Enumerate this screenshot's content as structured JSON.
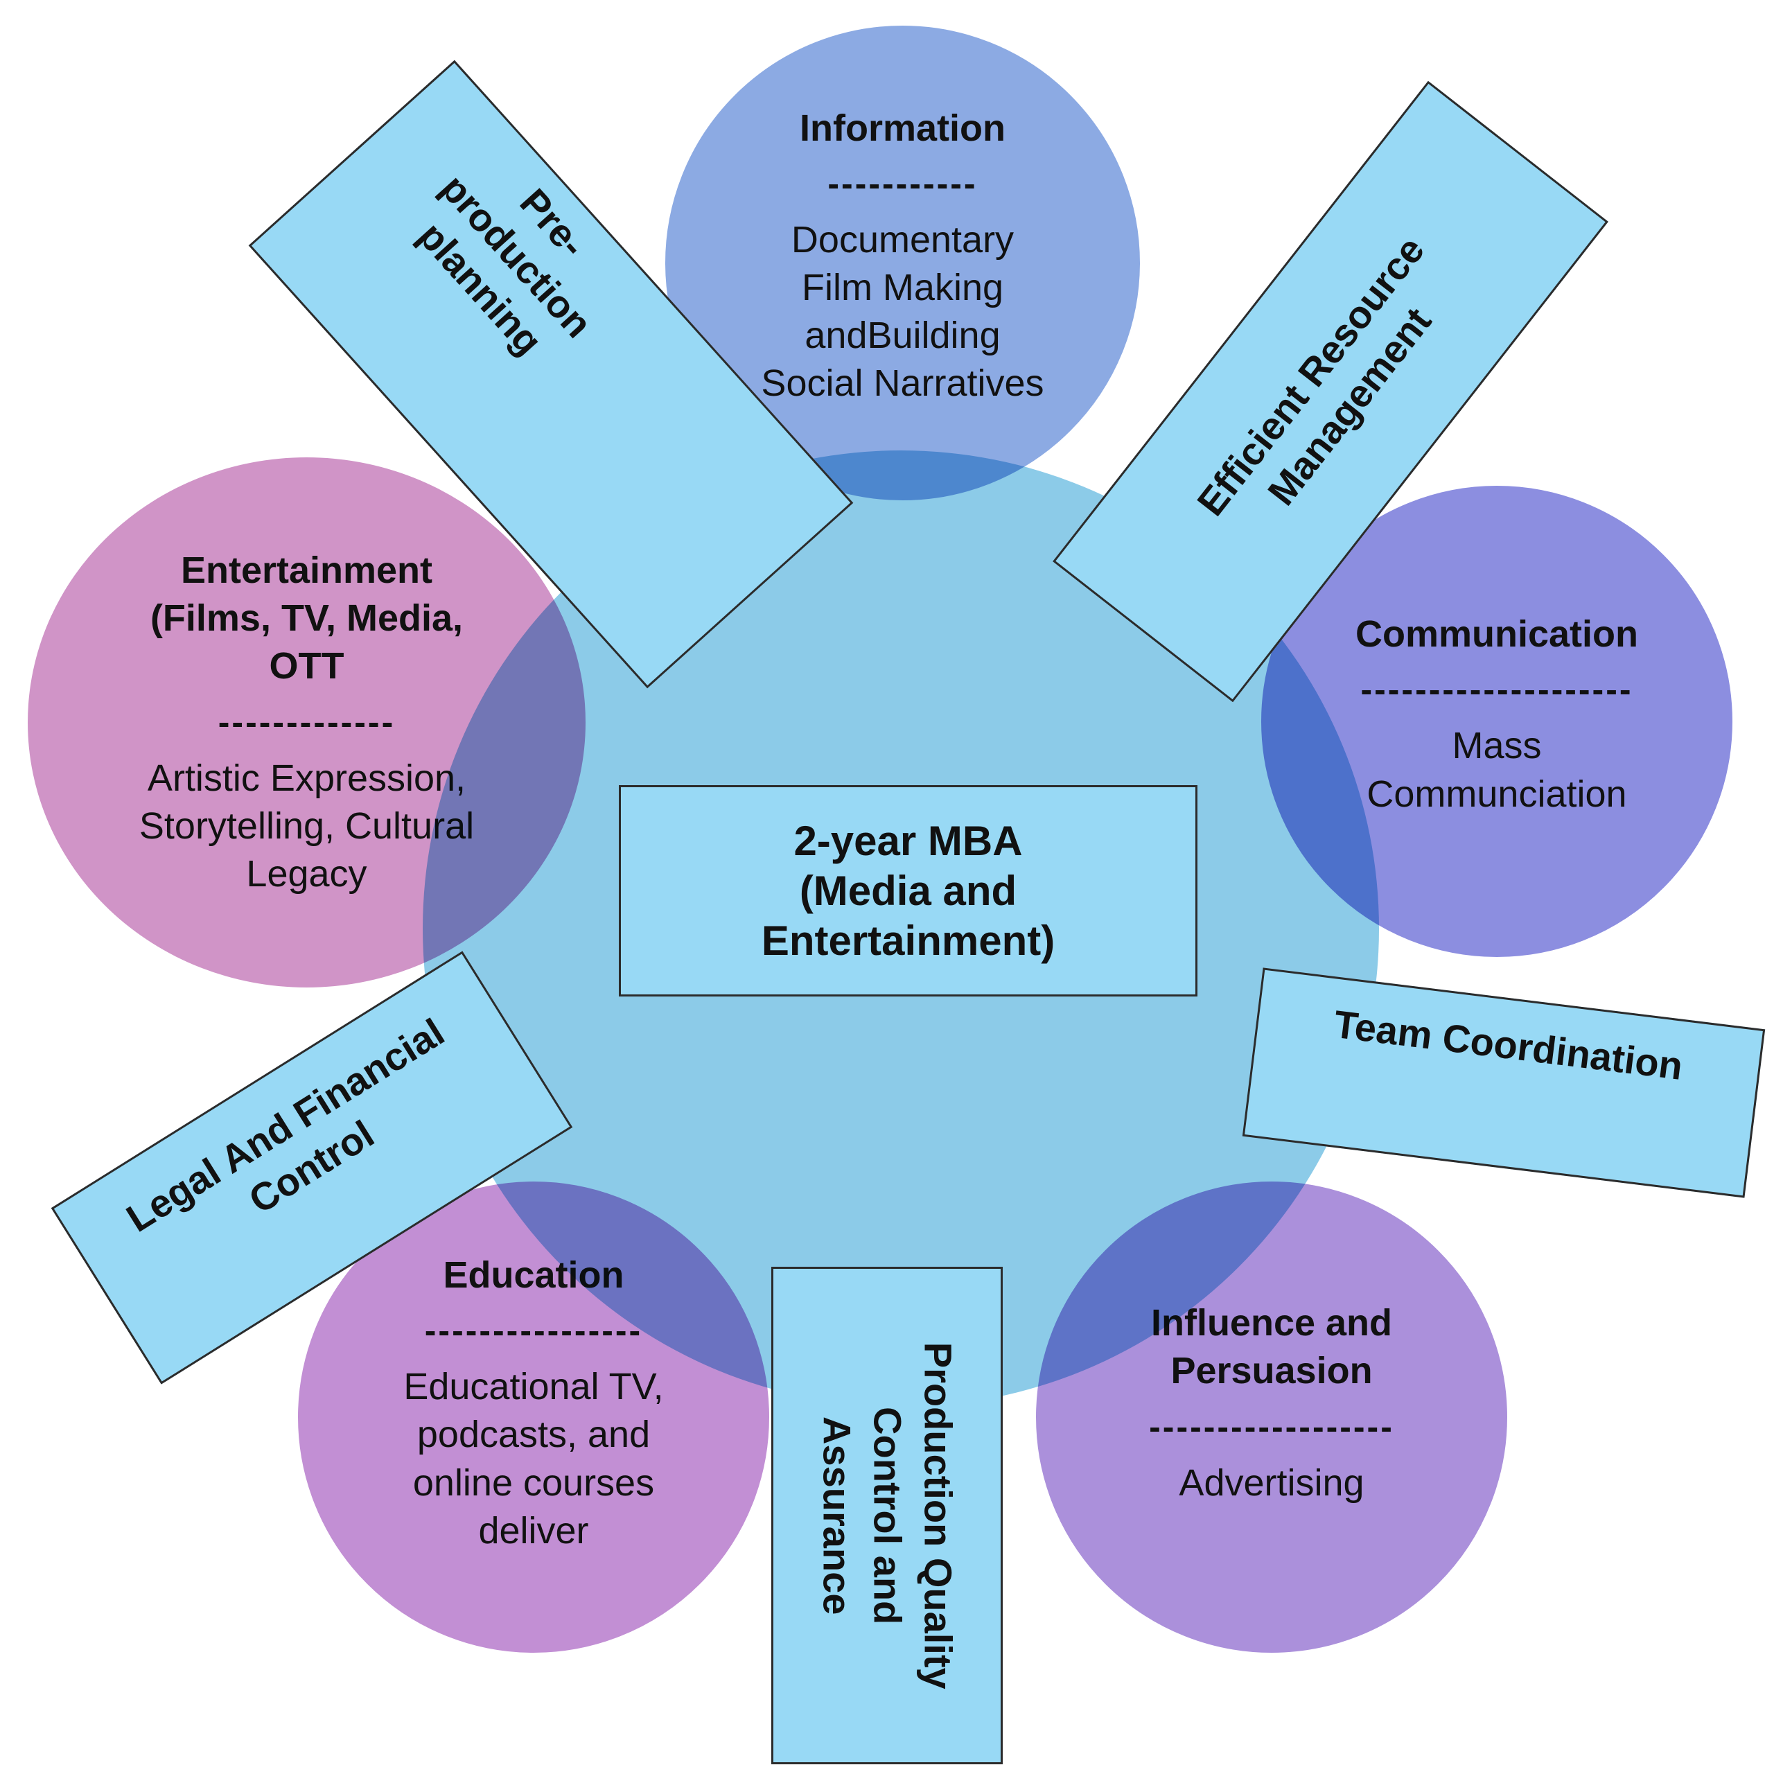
{
  "center": {
    "line1": "2-year MBA",
    "line2": "(Media and",
    "line3": "Entertainment)"
  },
  "circles": {
    "information": {
      "title": "Information",
      "divider": "-----------",
      "body_lines": [
        "Documentary",
        "Film Making",
        "andBuilding",
        "Social Narratives"
      ]
    },
    "entertainment": {
      "title_lines": [
        "Entertainment",
        "(Films, TV, Media,",
        "OTT"
      ],
      "divider": "-------------",
      "body_lines": [
        "Artistic Expression,",
        "Storytelling, Cultural",
        "Legacy"
      ]
    },
    "communication": {
      "title": "Communication",
      "divider": "--------------------",
      "body_lines": [
        "Mass",
        "Communciation"
      ]
    },
    "education": {
      "title": "Education",
      "divider": "----------------",
      "body_lines": [
        "Educational TV,",
        "podcasts, and",
        "online courses",
        "deliver"
      ]
    },
    "influence": {
      "title_lines": [
        "Influence and",
        "Persuasion"
      ],
      "divider": "------------------",
      "body_lines": [
        "Advertising"
      ]
    }
  },
  "boxes": {
    "preproduction": [
      "Pre-",
      "production",
      "planning"
    ],
    "efficient": [
      "Efficient Resource",
      "Management"
    ],
    "team": "Team Coordination",
    "legal": [
      "Legal And Financial",
      "Control"
    ],
    "production": [
      "Production Quality",
      "Control and",
      "Assurance"
    ]
  },
  "colors": {
    "hub": "#8ccbe8",
    "box_fill": "#98d9f5",
    "information": "#8caae3",
    "entertainment": "#d094c7",
    "communication": "#8c8ee0",
    "education": "#c28fd4",
    "influence": "#ab90db"
  }
}
